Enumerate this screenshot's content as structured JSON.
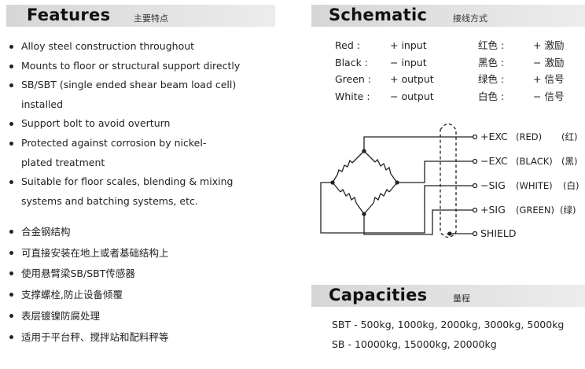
{
  "features": {
    "title": "Features",
    "subtitle": "主要特点",
    "items_en": [
      "Alloy steel construction throughout",
      "Mounts to floor or structural support directly",
      "SB/SBT (single ended shear beam load cell)",
      "installed",
      "Support bolt to avoid overturn",
      "Protected against corrosion by nickel-",
      "plated treatment",
      "Suitable for floor scales, blending & mixing",
      "systems and batching systems, etc."
    ],
    "items_cn": [
      "合金钢结构",
      "可直接安装在地上或者基础结构上",
      "使用悬臂梁SB/SBT传感器",
      "支撑螺栓,防止设备倾覆",
      "表层镀镍防腐处理",
      "适用于平台秤、搅拌站和配料秤等"
    ]
  },
  "schematic": {
    "title": "Schematic",
    "subtitle": "接线方式",
    "wires": [
      {
        "color_en": "Red :",
        "signal_en": "+ input",
        "color_cn": "红色 :",
        "signal_cn": "+ 激励"
      },
      {
        "color_en": "Black :",
        "signal_en": "− input",
        "color_cn": "黑色 :",
        "signal_cn": "− 激励"
      },
      {
        "color_en": "Green :",
        "signal_en": "+ output",
        "color_cn": "绿色 :",
        "signal_cn": "+ 信号"
      },
      {
        "color_en": "White :",
        "signal_en": "− output",
        "color_cn": "白色 :",
        "signal_cn": "− 信号"
      }
    ],
    "terminals": [
      {
        "label": "+EXC",
        "wire": "(RED)",
        "cn": "(红)"
      },
      {
        "label": "−EXC",
        "wire": "(BLACK)",
        "cn": "(黑)"
      },
      {
        "label": "−SIG",
        "wire": "(WHITE)",
        "cn": "(白)"
      },
      {
        "label": "+SIG",
        "wire": "(GREEN)",
        "cn": "(绿)"
      },
      {
        "label": "SHIELD",
        "wire": "",
        "cn": ""
      }
    ]
  },
  "capacities": {
    "title": "Capacities",
    "subtitle": "量程",
    "lines": [
      "SBT - 500kg, 1000kg, 2000kg, 3000kg, 5000kg",
      "SB - 10000kg, 15000kg, 20000kg"
    ]
  }
}
